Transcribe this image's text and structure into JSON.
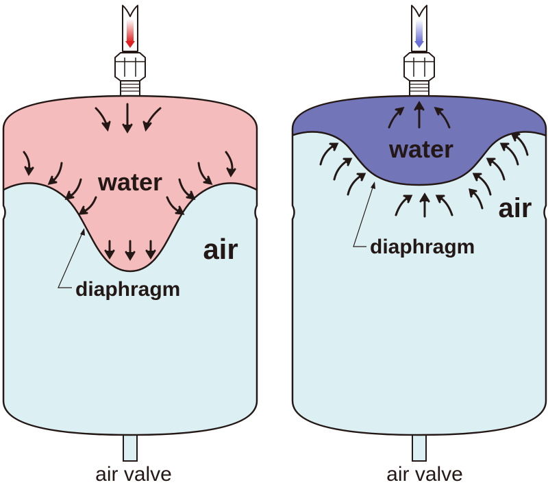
{
  "colors": {
    "air": "#dcf0f4",
    "water_filling": "#f4bcbc",
    "water_emptying": "#7375b9",
    "outline": "#231815",
    "inflow_arrow": "#e02020",
    "outflow_arrow": "#6a70d8"
  },
  "left_tank": {
    "water_label": "water",
    "air_label": "air",
    "diaphragm_label": "diaphragm",
    "valve_label": "air valve",
    "flow": "inflow",
    "arrow_icon": "curved-arrow-icon"
  },
  "right_tank": {
    "water_label": "water",
    "air_label": "air",
    "diaphragm_label": "diaphragm",
    "valve_label": "air valve",
    "flow": "outflow",
    "arrow_icon": "curved-arrow-icon"
  }
}
